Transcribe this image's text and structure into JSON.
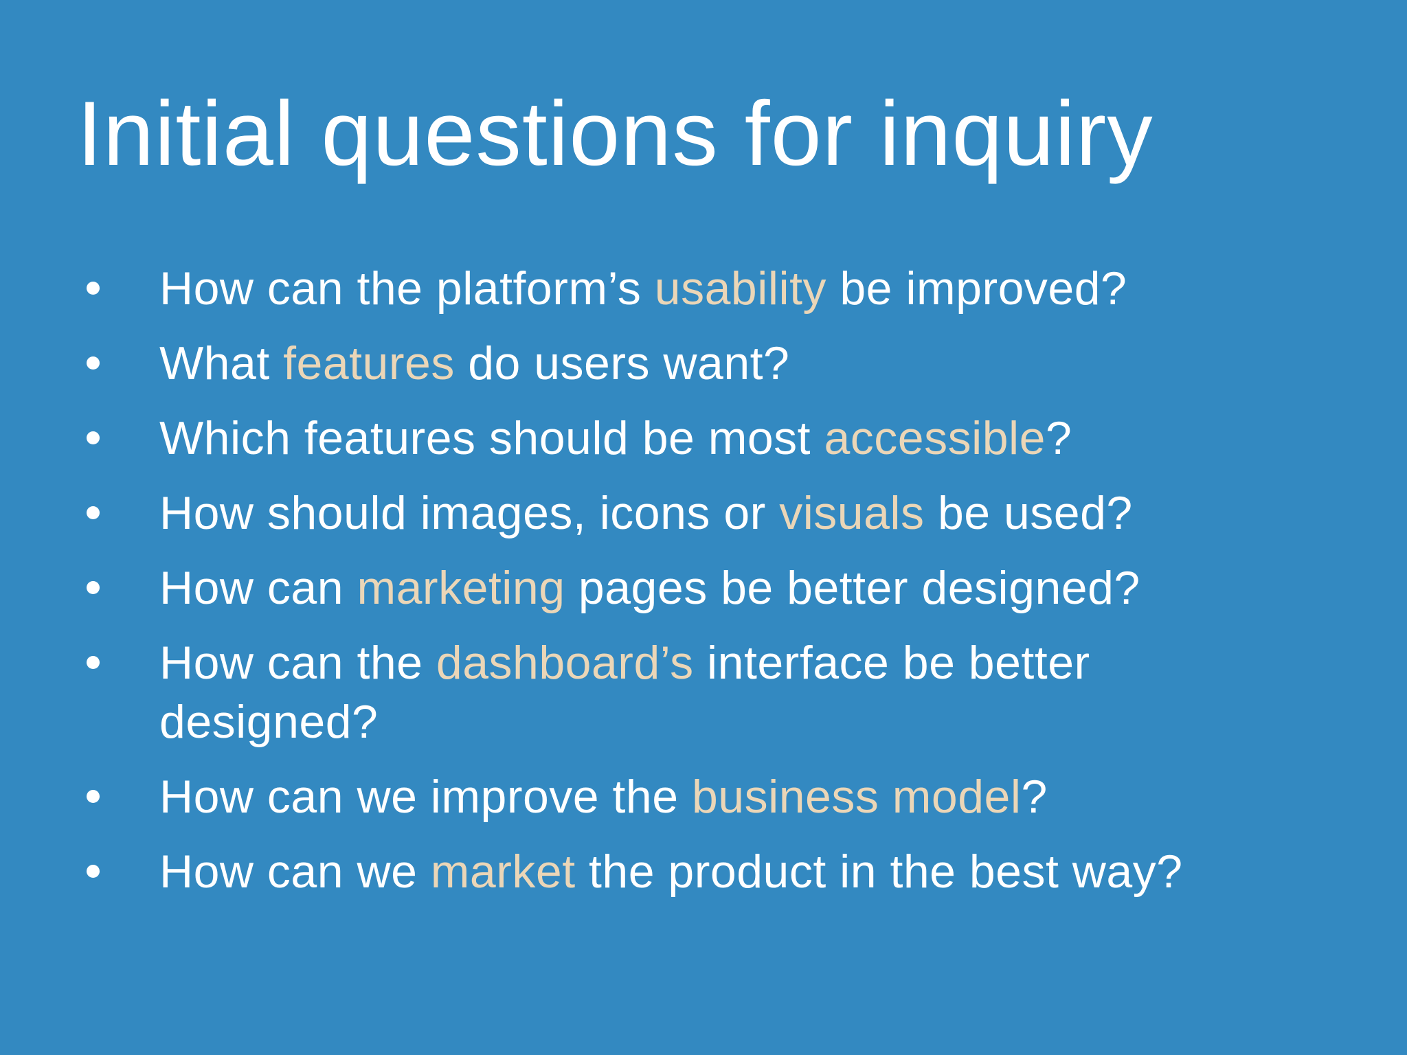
{
  "slide": {
    "background_color": "#3389c1",
    "text_color": "#ffffff",
    "highlight_color": "#ebd6b7",
    "title": "Initial questions for inquiry",
    "bullets": [
      {
        "lines": [
          [
            {
              "t": "How can the platform’s "
            },
            {
              "t": "usability",
              "h": true
            },
            {
              "t": " be improved?"
            }
          ]
        ]
      },
      {
        "lines": [
          [
            {
              "t": "What "
            },
            {
              "t": "features",
              "h": true
            },
            {
              "t": " do users want?"
            }
          ]
        ]
      },
      {
        "lines": [
          [
            {
              "t": "Which features should be most "
            },
            {
              "t": "accessible",
              "h": true
            },
            {
              "t": "?"
            }
          ]
        ]
      },
      {
        "lines": [
          [
            {
              "t": "How should images, icons or "
            },
            {
              "t": "visuals",
              "h": true
            },
            {
              "t": " be used?"
            }
          ]
        ]
      },
      {
        "lines": [
          [
            {
              "t": "How can "
            },
            {
              "t": "marketing",
              "h": true
            },
            {
              "t": " pages be better designed?"
            }
          ]
        ]
      },
      {
        "lines": [
          [
            {
              "t": "How can the "
            },
            {
              "t": "dashboard’s",
              "h": true
            },
            {
              "t": " interface be better"
            }
          ],
          [
            {
              "t": "designed?"
            }
          ]
        ]
      },
      {
        "lines": [
          [
            {
              "t": "How can we improve the "
            },
            {
              "t": "business model",
              "h": true
            },
            {
              "t": "?"
            }
          ]
        ]
      },
      {
        "lines": [
          [
            {
              "t": "How can we "
            },
            {
              "t": "market",
              "h": true
            },
            {
              "t": " the product in the best way?"
            }
          ]
        ]
      }
    ]
  }
}
